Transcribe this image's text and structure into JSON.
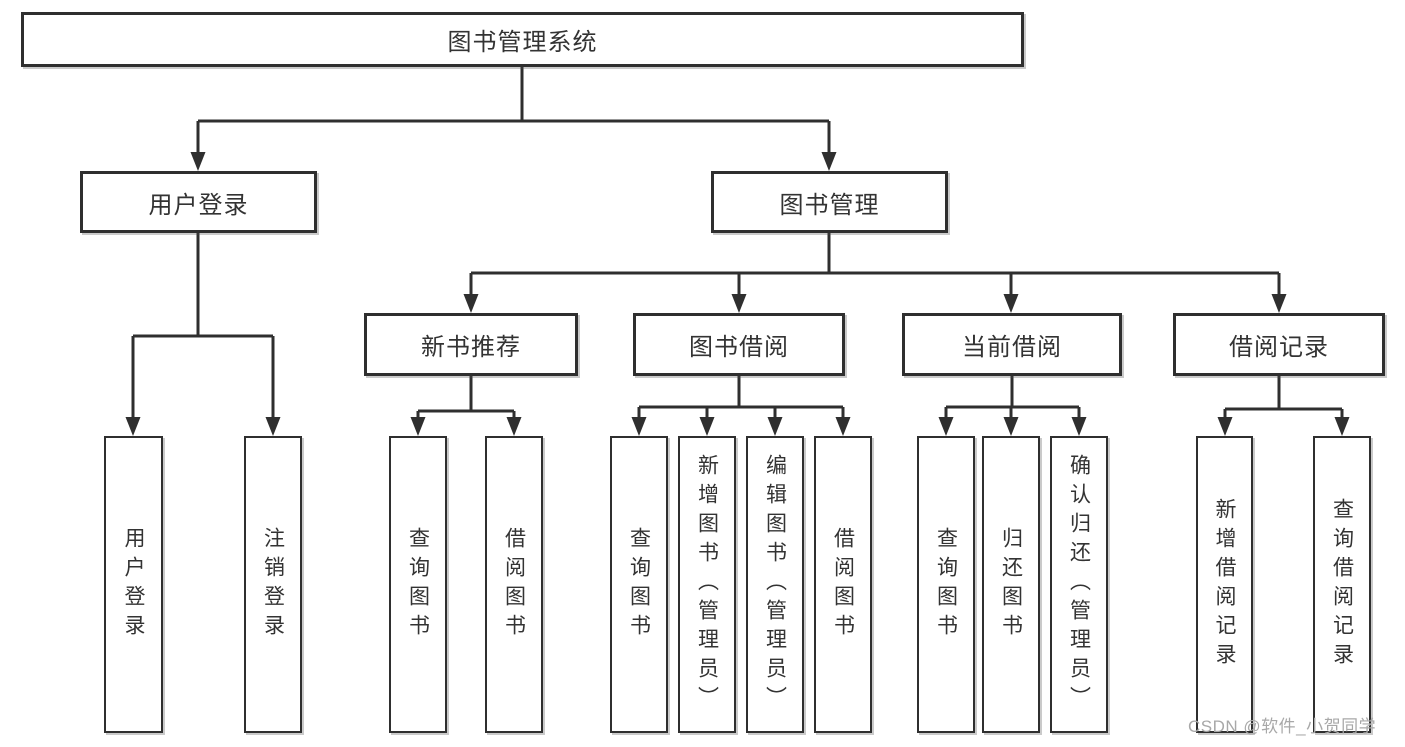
{
  "diagram_title": "图书管理系统",
  "tree": {
    "root": {
      "label": "图书管理系统"
    },
    "branches": [
      {
        "label": "用户登录",
        "children": [
          "用户登录",
          "注销登录"
        ]
      },
      {
        "label": "图书管理",
        "children": [
          {
            "label": "新书推荐",
            "children": [
              "查询图书",
              "借阅图书"
            ]
          },
          {
            "label": "图书借阅",
            "children": [
              "查询图书",
              "新增图书（管理员）",
              "编辑图书（管理员）",
              "借阅图书"
            ]
          },
          {
            "label": "当前借阅",
            "children": [
              "查询图书",
              "归还图书",
              "确认归还（管理员）"
            ]
          },
          {
            "label": "借阅记录",
            "children": [
              "新增借阅记录",
              "查询借阅记录"
            ]
          }
        ]
      }
    ]
  },
  "watermark": {
    "text": "CSDN @软件_小贺同学",
    "color": "#a8a8a8"
  },
  "colors": {
    "background": "#ffffff",
    "line": "#2f2f2f",
    "box_border": "#2f2f2f",
    "text": "#333333"
  }
}
